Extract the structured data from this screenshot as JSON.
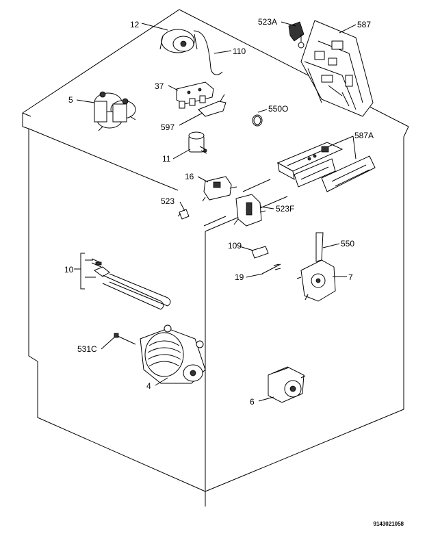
{
  "labels": {
    "p12": "12",
    "p110": "110",
    "p523a": "523A",
    "p587": "587",
    "p37": "37",
    "p5": "5",
    "p550o": "550O",
    "p597": "597",
    "p587a": "587A",
    "p11": "11",
    "p16": "16",
    "p523": "523",
    "p523f": "523F",
    "p109": "109",
    "p550": "550",
    "p10": "10",
    "p19": "19",
    "p7": "7",
    "p531c": "531C",
    "p4": "4",
    "p6": "6"
  },
  "drawing_code": "9143021058"
}
